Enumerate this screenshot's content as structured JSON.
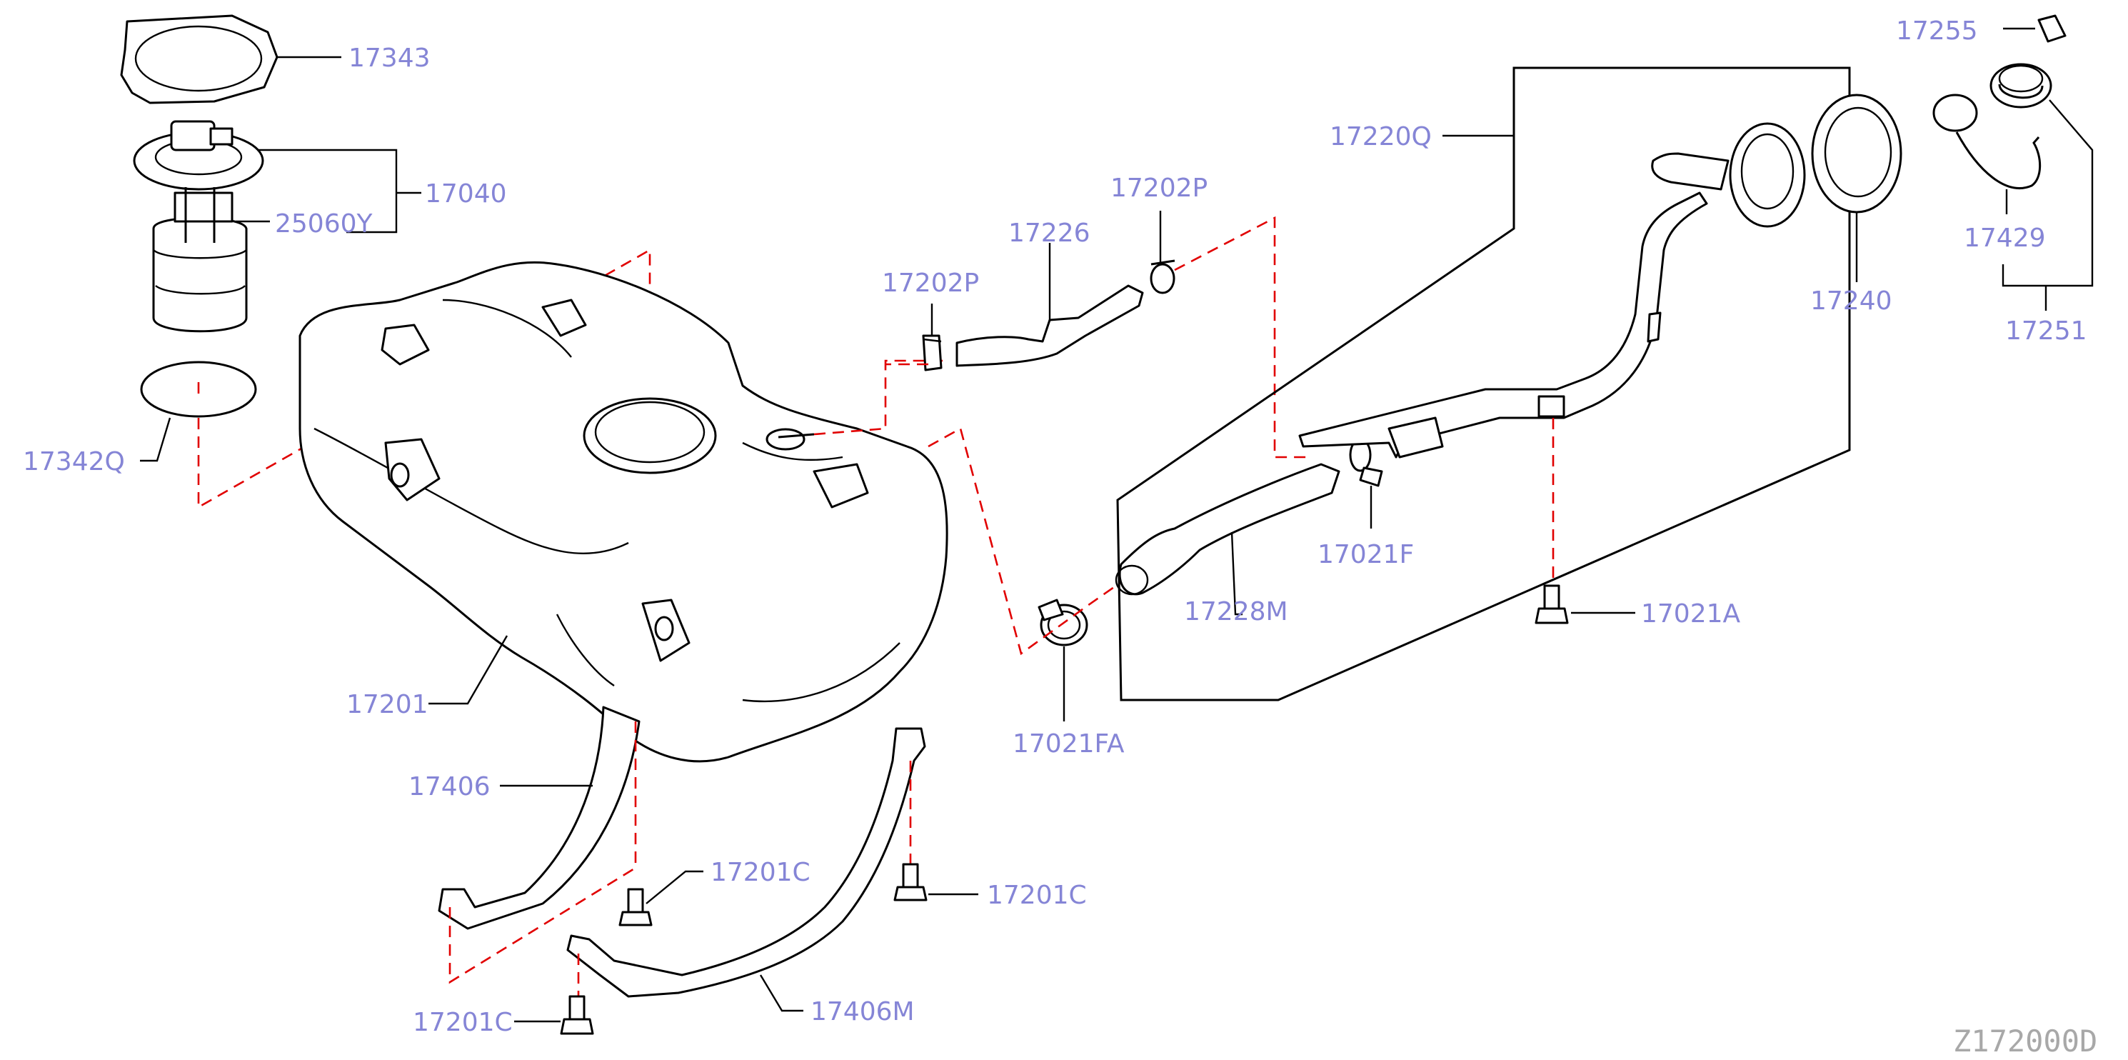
{
  "diagram_code": "Z172000D",
  "colors": {
    "label": "#8585d6",
    "leader": "#000000",
    "reference_line": "#e10000",
    "code": "#a8a8a8"
  },
  "labels": {
    "p17343": "17343",
    "p17040": "17040",
    "p25060Y": "25060Y",
    "p17342Q": "17342Q",
    "p17201": "17201",
    "p17406": "17406",
    "p17201C_a": "17201C",
    "p17201C_b": "17201C",
    "p17201C_c": "17201C",
    "p17406M": "17406M",
    "p17202P_a": "17202P",
    "p17202P_b": "17202P",
    "p17226": "17226",
    "p17021FA": "17021FA",
    "p17228M": "17228M",
    "p17021F": "17021F",
    "p17021A": "17021A",
    "p17220Q": "17220Q",
    "p17240": "17240",
    "p17255": "17255",
    "p17429": "17429",
    "p17251": "17251"
  }
}
